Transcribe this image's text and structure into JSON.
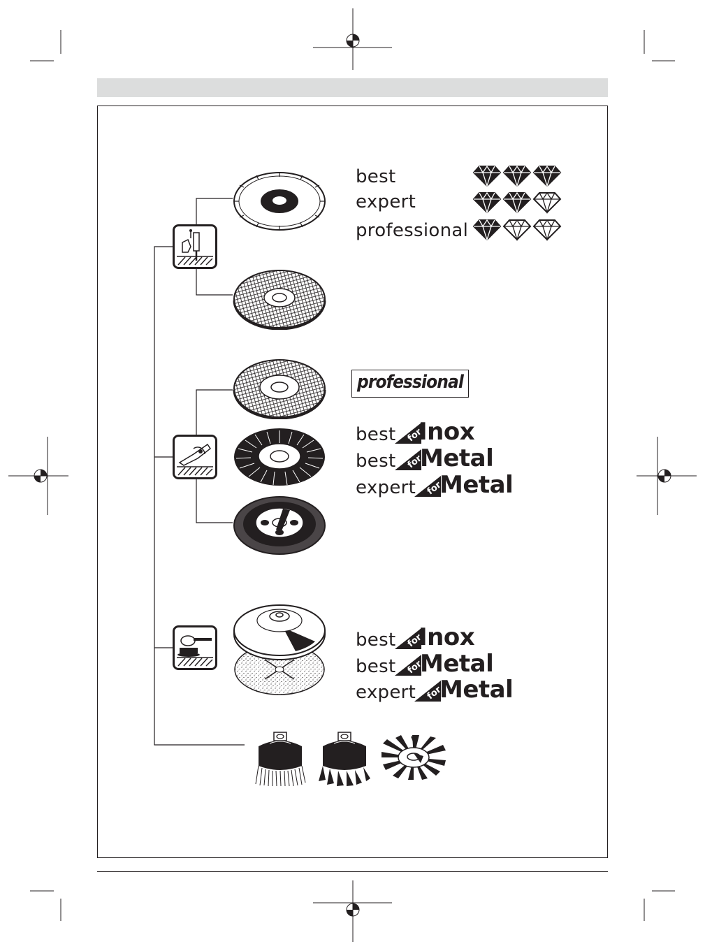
{
  "diamond_ratings": [
    {
      "label": "best",
      "filled": 3,
      "total": 3
    },
    {
      "label": "expert",
      "filled": 2,
      "total": 3
    },
    {
      "label": "professional",
      "filled": 1,
      "total": 3
    }
  ],
  "professional_badge": "professional",
  "cutting_lines": [
    {
      "prefix": "best",
      "for": "for",
      "material": "Inox"
    },
    {
      "prefix": "best",
      "for": "for",
      "material": "Metal"
    },
    {
      "prefix": "expert",
      "for": "for",
      "material": "Metal"
    }
  ],
  "sanding_lines": [
    {
      "prefix": "best",
      "for": "for",
      "material": "Inox"
    },
    {
      "prefix": "best",
      "for": "for",
      "material": "Metal"
    },
    {
      "prefix": "expert",
      "for": "for",
      "material": "Metal"
    }
  ],
  "icons": {
    "cutting": "cutting-application-icon",
    "grinding": "grinding-application-icon",
    "sanding": "sanding-application-icon"
  },
  "colors": {
    "ink": "#231f20",
    "header": "#dcdddd"
  }
}
